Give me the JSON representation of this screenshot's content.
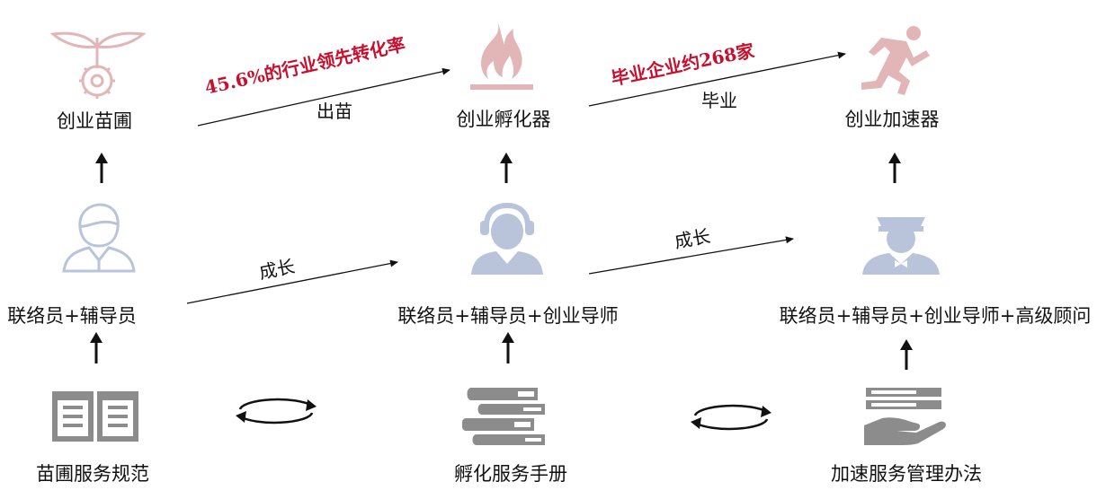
{
  "colors": {
    "accent_red": "#c8102e",
    "icon_pink": "#e2b5b7",
    "icon_blue": "#b9c4db",
    "icon_gray": "#8c8c8c",
    "text": "#111111"
  },
  "stages": {
    "nursery": {
      "label": "创业苗圃",
      "icon": "gear-sprout-icon"
    },
    "incubator": {
      "label": "创业孵化器",
      "icon": "flame-icon"
    },
    "accelerator": {
      "label": "创业加速器",
      "icon": "running-man-icon"
    }
  },
  "staff": {
    "nursery": {
      "label": "联络员+辅导员",
      "icon": "person-icon"
    },
    "incubator": {
      "label": "联络员+辅导员+创业导师",
      "icon": "headset-person-icon"
    },
    "accelerator": {
      "label": "联络员+辅导员+创业导师+高级顾问",
      "icon": "officer-person-icon"
    }
  },
  "docs": {
    "nursery": {
      "label": "苗圃服务规范",
      "icon": "open-book-icon"
    },
    "incubator": {
      "label": "孵化服务手册",
      "icon": "book-stack-icon"
    },
    "accelerator": {
      "label": "加速服务管理办法",
      "icon": "hand-document-icon"
    }
  },
  "transitions": {
    "nursery_to_incubator": {
      "label": "出苗",
      "highlight": "45.6%的行业领先转化率"
    },
    "incubator_to_accelerator": {
      "label": "毕业",
      "highlight": "毕业企业约268家"
    },
    "staff_growth_1": {
      "label": "成长"
    },
    "staff_growth_2": {
      "label": "成长"
    }
  }
}
